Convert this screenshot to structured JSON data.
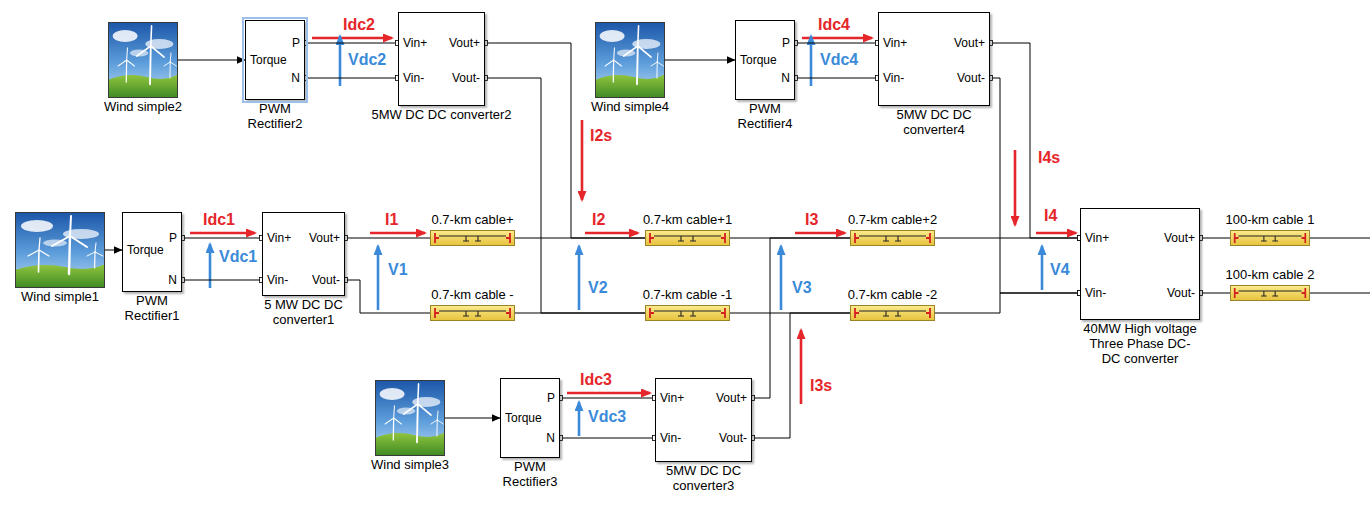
{
  "diagram": {
    "nodes": [
      {
        "text": [
          "Wind simple1"
        ]
      },
      {
        "text": [
          "Torque",
          "P",
          "N",
          "PWM Rectifier1"
        ]
      },
      {
        "text": [
          "Vin+",
          "Vout+",
          "Vin-",
          "Vout-",
          "5 MW DC DC converter1"
        ]
      },
      {
        "text": [
          "Wind simple2"
        ]
      },
      {
        "text": [
          "Torque",
          "P",
          "N",
          "PWM Rectifier2"
        ]
      },
      {
        "text": [
          "Vin+",
          "Vout+",
          "Vin-",
          "Vout-",
          "5MW DC DC converter2"
        ]
      },
      {
        "text": [
          "Wind simple3"
        ]
      },
      {
        "text": [
          "Torque",
          "P",
          "N",
          "PWM Rectifier3"
        ]
      },
      {
        "text": [
          "Vin+",
          "Vout+",
          "Vin-",
          "Vout-",
          "5MW DC DC converter3"
        ]
      },
      {
        "text": [
          "Wind simple4"
        ]
      },
      {
        "text": [
          "Torque",
          "P",
          "N",
          "PWM Rectifier4"
        ]
      },
      {
        "text": [
          "Vin+",
          "Vout+",
          "Vin-",
          "Vout-",
          "5MW DC DC converter4"
        ]
      },
      {
        "text": [
          "0.7-km cable+"
        ]
      },
      {
        "text": [
          "0.7-km cable -"
        ]
      },
      {
        "text": [
          "0.7-km cable+1"
        ]
      },
      {
        "text": [
          "0.7-km cable -1"
        ]
      },
      {
        "text": [
          "0.7-km cable+2"
        ]
      },
      {
        "text": [
          "0.7-km cable -2"
        ]
      },
      {
        "text": [
          "Vin+",
          "Vout+",
          "Vin-",
          "Vout-",
          "40MW High voltage Three Phase DC-DC converter"
        ]
      },
      {
        "text": [
          "100-km cable 1"
        ]
      },
      {
        "text": [
          "100-km cable 2"
        ]
      }
    ],
    "edges": [
      {
        "from": 0,
        "to": 1,
        "arrow": "to"
      },
      {
        "from": 1,
        "to": 2,
        "arrow": "none"
      },
      {
        "from": 1,
        "to": 2,
        "arrow": "none"
      },
      {
        "from": 3,
        "to": 4,
        "arrow": "to"
      },
      {
        "from": 4,
        "to": 5,
        "arrow": "none"
      },
      {
        "from": 4,
        "to": 5,
        "arrow": "none"
      },
      {
        "from": 6,
        "to": 7,
        "arrow": "to"
      },
      {
        "from": 7,
        "to": 8,
        "arrow": "none"
      },
      {
        "from": 7,
        "to": 8,
        "arrow": "none"
      },
      {
        "from": 9,
        "to": 10,
        "arrow": "to"
      },
      {
        "from": 10,
        "to": 11,
        "arrow": "none"
      },
      {
        "from": 10,
        "to": 11,
        "arrow": "none"
      },
      {
        "from": 2,
        "to": 12,
        "arrow": "none"
      },
      {
        "from": 2,
        "to": 13,
        "arrow": "none"
      },
      {
        "from": 12,
        "to": 14,
        "arrow": "none"
      },
      {
        "from": 5,
        "to": 14,
        "arrow": "none"
      },
      {
        "from": 13,
        "to": 15,
        "arrow": "none"
      },
      {
        "from": 5,
        "to": 15,
        "arrow": "none"
      },
      {
        "from": 14,
        "to": 16,
        "arrow": "none"
      },
      {
        "from": 8,
        "to": 16,
        "arrow": "none"
      },
      {
        "from": 15,
        "to": 17,
        "arrow": "none"
      },
      {
        "from": 8,
        "to": 17,
        "arrow": "none"
      },
      {
        "from": 16,
        "to": 18,
        "arrow": "none"
      },
      {
        "from": 11,
        "to": 18,
        "arrow": "none"
      },
      {
        "from": 17,
        "to": 18,
        "arrow": "none"
      },
      {
        "from": 11,
        "to": 18,
        "arrow": "none"
      },
      {
        "from": 18,
        "to": 19,
        "arrow": "none"
      },
      {
        "from": 18,
        "to": 20,
        "arrow": "none"
      }
    ],
    "labels": [
      "Idc2",
      "Vdc2",
      "I2s",
      "Idc4",
      "Vdc4",
      "Idc1",
      "Vdc1",
      "I1",
      "V1",
      "I2",
      "V2",
      "I3",
      "V3",
      "I4s",
      "I4",
      "V4",
      "Idc3",
      "Vdc3",
      "I3s"
    ]
  }
}
